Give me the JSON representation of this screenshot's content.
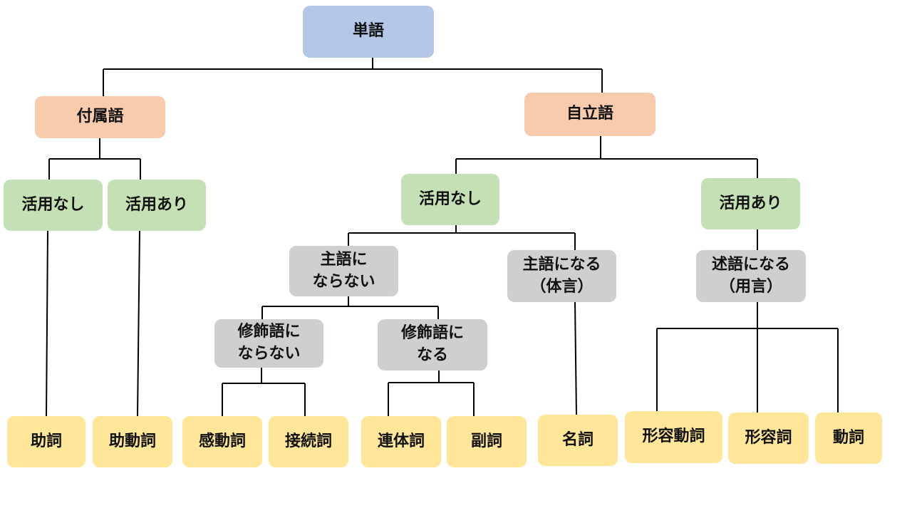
{
  "colors": {
    "root": "#b4c7e7",
    "level1": "#f8cbad",
    "conjugation": "#c5e0b4",
    "function": "#d0cece",
    "part_of_speech": "#ffe699",
    "line": "#000000"
  },
  "nodes": {
    "root": "単語",
    "dependent": "付属語",
    "independent": "自立語",
    "dep_no_conj": "活用なし",
    "dep_conj": "活用あり",
    "ind_no_conj": "活用なし",
    "ind_conj": "活用あり",
    "not_subject": "主語に\nならない",
    "subject": "主語になる\n（体言）",
    "predicate": "述語になる\n（用言）",
    "not_modifier": "修飾語に\nならない",
    "modifier": "修飾語に\nなる",
    "particle": "助詞",
    "aux_verb": "助動詞",
    "interjection": "感動詞",
    "conjunction": "接続詞",
    "adnominal": "連体詞",
    "adverb": "副詞",
    "noun": "名詞",
    "adj_verb": "形容動詞",
    "adjective": "形容詞",
    "verb": "動詞"
  }
}
